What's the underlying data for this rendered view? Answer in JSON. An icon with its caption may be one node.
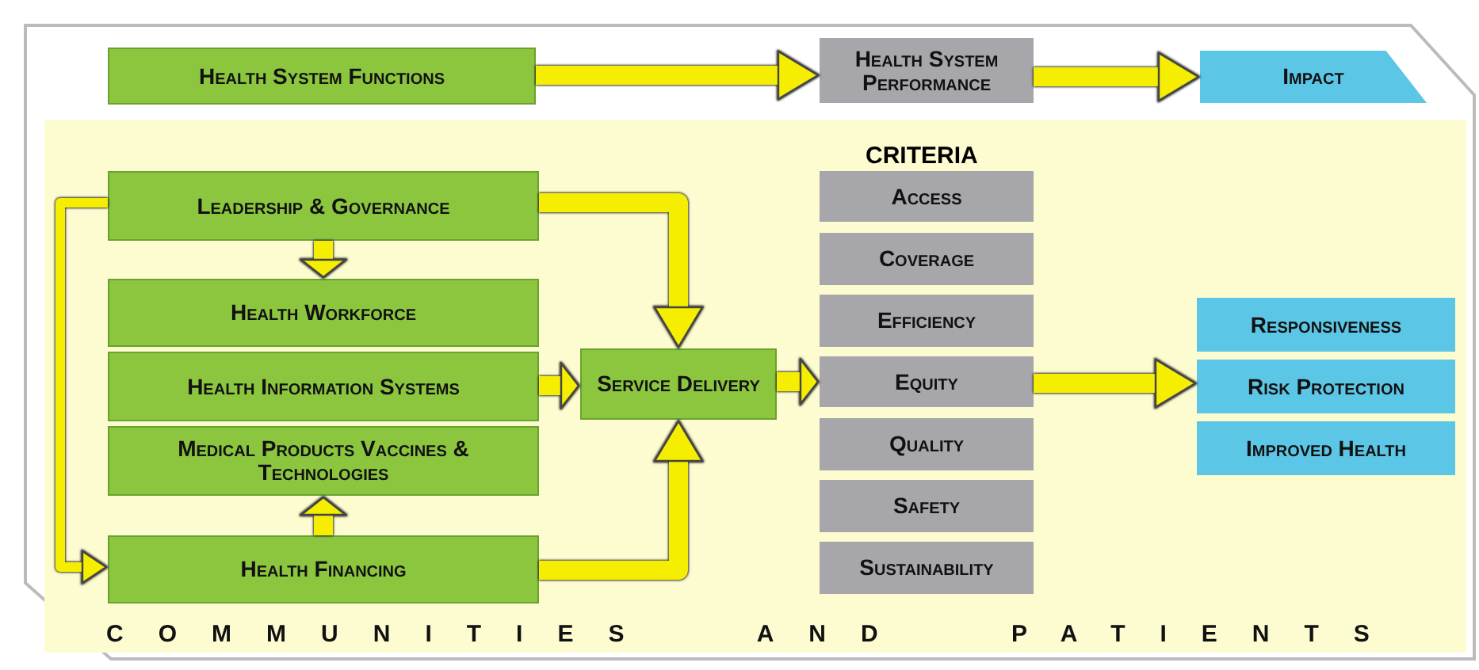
{
  "diagram": {
    "nodes": [
      {
        "text": [
          "Health System Functions"
        ]
      },
      {
        "text": [
          "Health System Performance"
        ]
      },
      {
        "text": [
          "Impact"
        ]
      },
      {
        "text": [
          "COMMUNITIES AND PATIENTS"
        ]
      },
      {
        "text": [
          "Leadership & Governance"
        ],
        "in": 3
      },
      {
        "text": [
          "Health Workforce"
        ],
        "in": 3
      },
      {
        "text": [
          "Health Information Systems"
        ],
        "in": 3
      },
      {
        "text": [
          "Medical Products Vaccines & Technologies"
        ],
        "in": 3
      },
      {
        "text": [
          "Health Financing"
        ],
        "in": 3
      },
      {
        "text": [
          "Service Delivery"
        ],
        "in": 3
      },
      {
        "text": [
          "Access"
        ],
        "in": 3
      },
      {
        "text": [
          "Coverage"
        ],
        "in": 3
      },
      {
        "text": [
          "Efficiency"
        ],
        "in": 3
      },
      {
        "text": [
          "Equity"
        ],
        "in": 3
      },
      {
        "text": [
          "Quality"
        ],
        "in": 3
      },
      {
        "text": [
          "Safety"
        ],
        "in": 3
      },
      {
        "text": [
          "Sustainability"
        ],
        "in": 3
      },
      {
        "text": [
          "Responsiveness"
        ],
        "in": 3
      },
      {
        "text": [
          "Risk Protection"
        ],
        "in": 3
      },
      {
        "text": [
          "Improved Health"
        ],
        "in": 3
      }
    ],
    "edges": [
      {
        "from": 0,
        "to": 1,
        "arrow": "to"
      },
      {
        "from": 1,
        "to": 2,
        "arrow": "to"
      },
      {
        "from": 4,
        "to": 5,
        "arrow": "to"
      },
      {
        "from": 8,
        "to": 7,
        "arrow": "to"
      },
      {
        "from": 4,
        "to": 8,
        "arrow": "to"
      },
      {
        "from": 4,
        "to": 9,
        "arrow": "to"
      },
      {
        "from": 6,
        "to": 9,
        "arrow": "to"
      },
      {
        "from": 8,
        "to": 9,
        "arrow": "to"
      },
      {
        "from": 9,
        "to": 13,
        "arrow": "to"
      },
      {
        "from": 13,
        "to": 18,
        "arrow": "to"
      }
    ],
    "labels": [
      "CRITERIA"
    ]
  }
}
